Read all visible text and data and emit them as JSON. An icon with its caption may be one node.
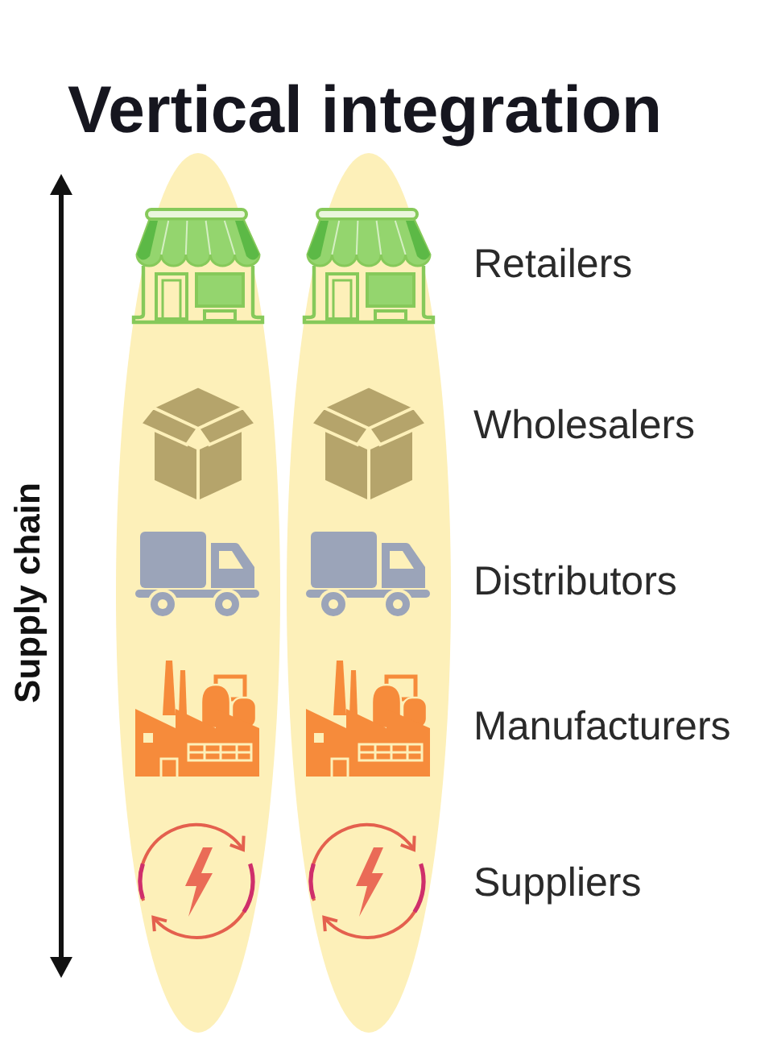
{
  "diagram": {
    "title": "Vertical integration",
    "labels": [
      "Supply chain",
      "Retailers",
      "Wholesalers",
      "Distributors",
      "Manufacturers",
      "Suppliers"
    ]
  }
}
